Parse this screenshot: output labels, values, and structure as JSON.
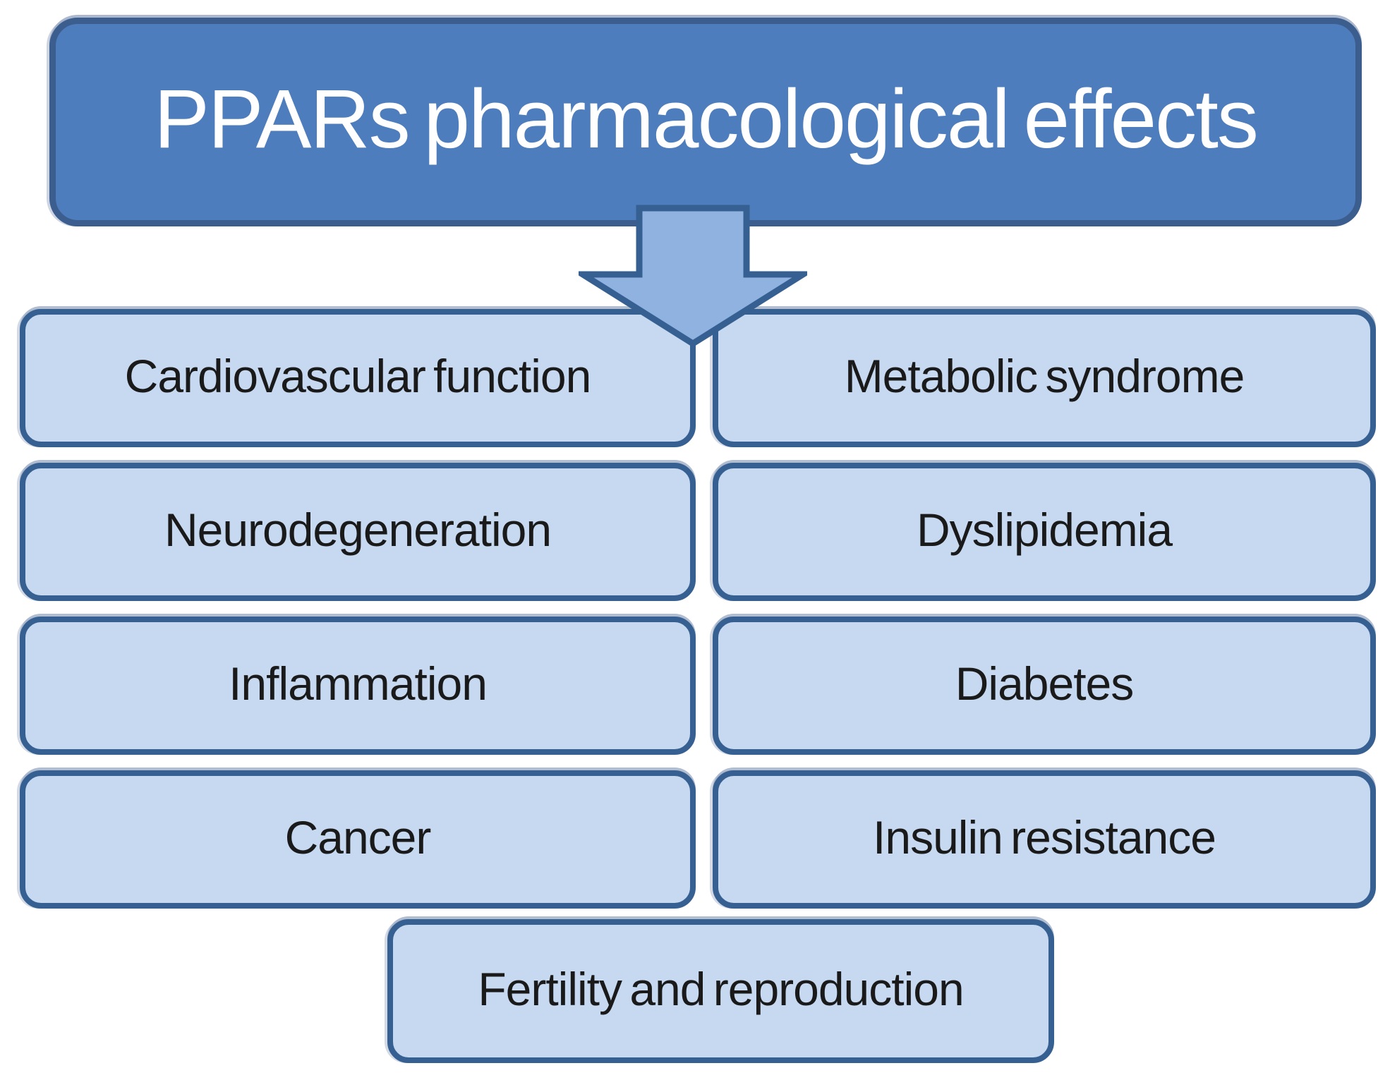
{
  "figure": {
    "title": "PPARs pharmacological effects",
    "effects": {
      "left": [
        "Cardiovascular function",
        "Neurodegeneration",
        "Inflammation",
        "Cancer"
      ],
      "right": [
        "Metabolic syndrome",
        "Dyslipidemia",
        "Diabetes",
        "Insulin resistance"
      ],
      "bottom": "Fertility and reproduction"
    },
    "icons": {
      "arrow": "down-block-arrow"
    },
    "colors": {
      "title_fill": "#4e7dbd",
      "title_border": "#3b5e8e",
      "title_text": "#ffffff",
      "box_fill": "#c6d9f0",
      "box_border": "#376092",
      "box_text": "#1a1a1a",
      "arrow_fill": "#8fb2e1",
      "arrow_border": "#376092",
      "background": "#ffffff"
    }
  }
}
